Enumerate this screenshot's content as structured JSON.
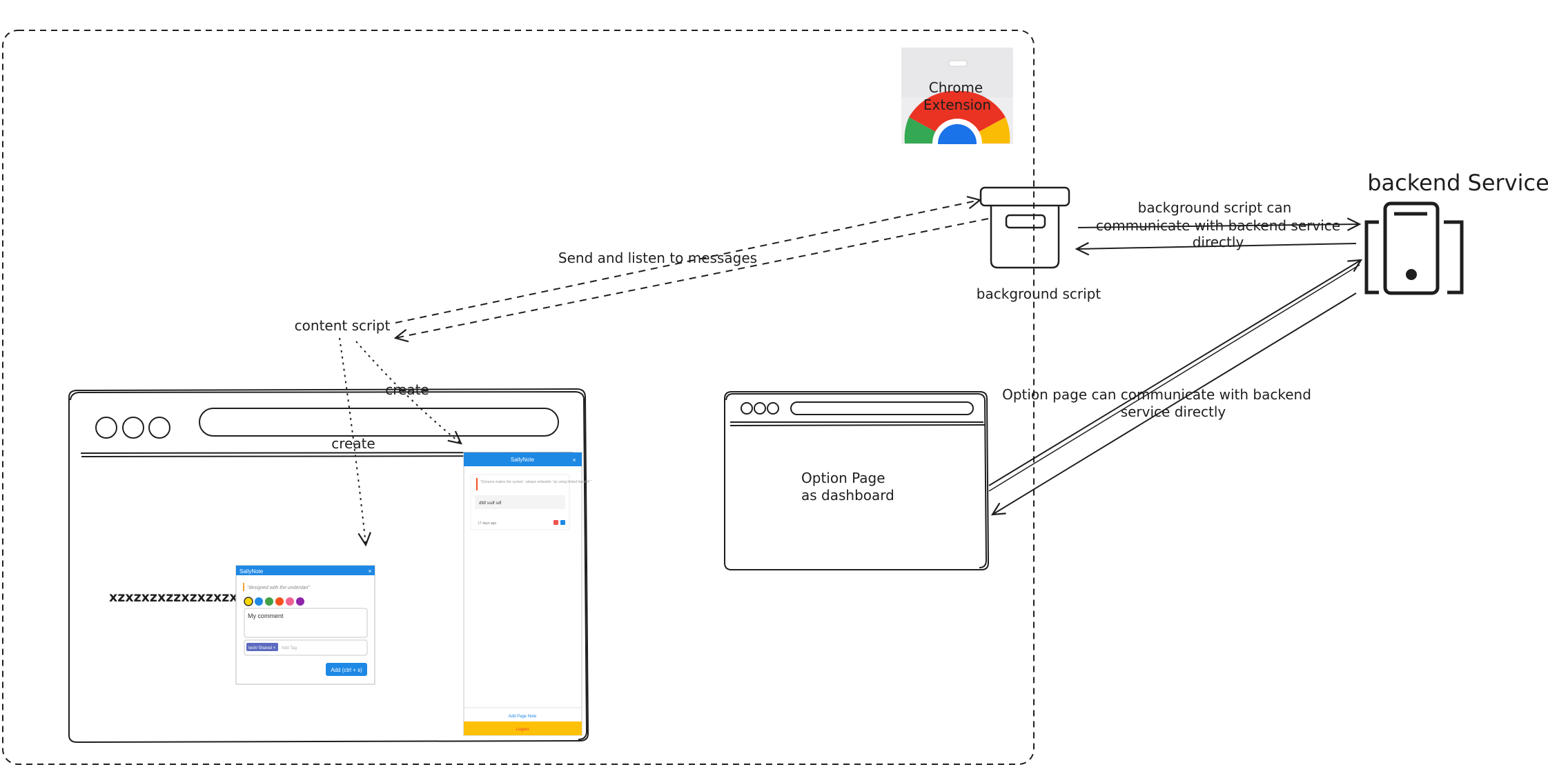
{
  "labels": {
    "chrome_extension": [
      "Chrome",
      "Extension"
    ],
    "background_script": "background script",
    "backend_service": "backend Service",
    "bg_to_backend": [
      "background script can",
      "communicate with backend service",
      "directly"
    ],
    "send_listen": "Send and listen to messages",
    "content_script": "content script",
    "create_1": "create",
    "create_2": "create",
    "option_page": [
      "Option Page",
      "as dashboard"
    ],
    "option_to_backend": [
      "Option page can communicate with backend",
      "service directly"
    ],
    "highlight_text": "xzxzxzxzzxzxzxzxz"
  },
  "popup": {
    "title": "SallyNote",
    "close": "×",
    "quote": "\"designed with the underdan\"",
    "colors": [
      "#ffd800",
      "#1e88e5",
      "#43a047",
      "#f4511e",
      "#f06292",
      "#8e24aa"
    ],
    "comment": "My comment",
    "tag": "tech/ Shared ×",
    "tag_placeholder": "Add Tag",
    "add_button": "Add (ctrl + s)"
  },
  "sidebar": {
    "title": "SallyNote",
    "close": "×",
    "quote": "\"Dynamo makes the system ' always writeable ' by using hinted handoff \"",
    "note": "dfdf ssdf sdf",
    "time": "17 days ago",
    "add_note": "Add Page Note",
    "logout": "Logout"
  }
}
